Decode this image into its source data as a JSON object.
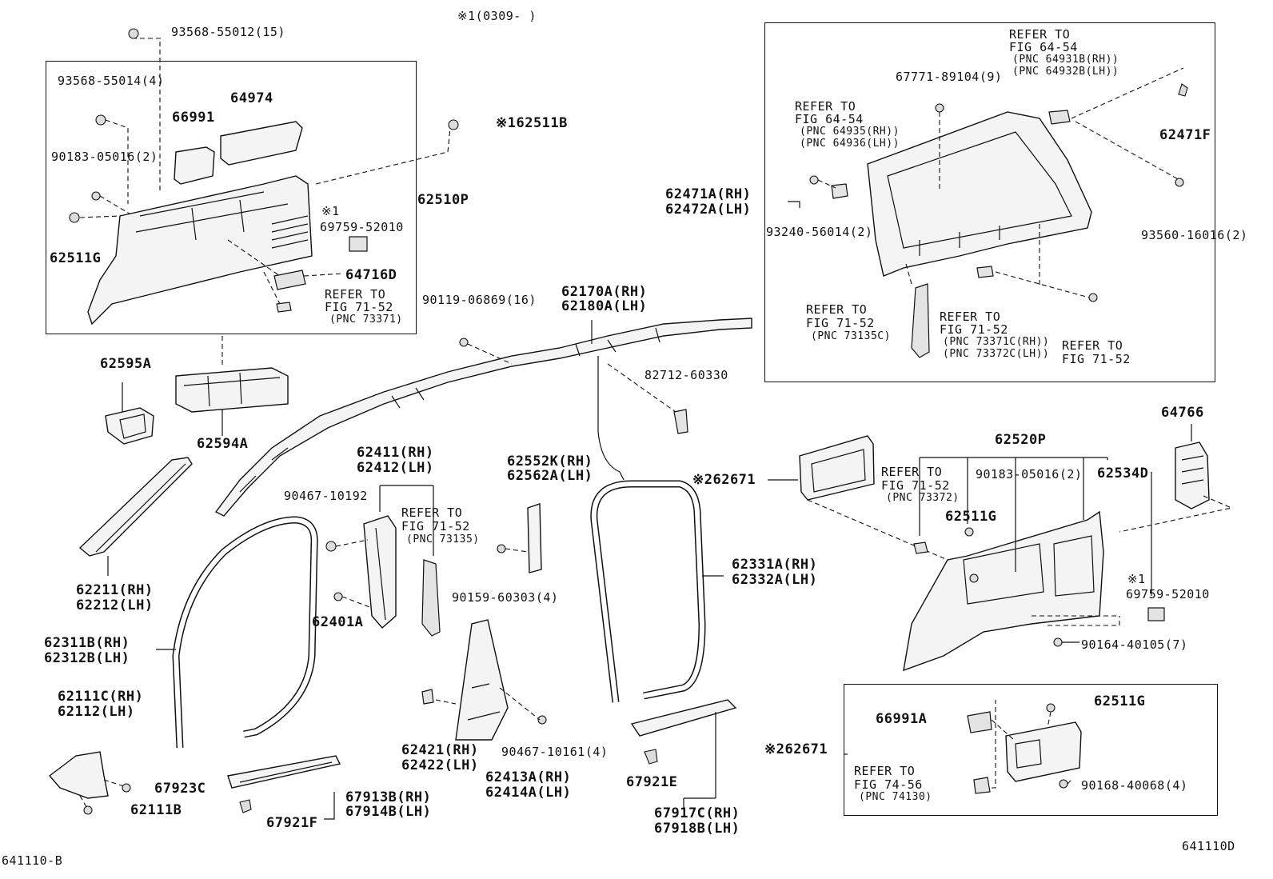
{
  "header": {
    "note": "※1(0309-     )"
  },
  "footer": {
    "left_code": "641110-B",
    "right_code": "641110D"
  },
  "labels": {
    "p93568_55012": "93568-55012(15)",
    "p93568_55014": "93568-55014(4)",
    "p66991": "66991",
    "p64974": "64974",
    "p90183_05016_a": "90183-05016(2)",
    "p62511B": "※162511B",
    "p62510P": "62510P",
    "p69759_a_mark": "※1",
    "p69759_a": "69759-52010",
    "p62511G_a": "62511G",
    "p64716D": "64716D",
    "ref_a_1": "REFER TO",
    "ref_a_2": "FIG 71-52",
    "ref_a_3": "(PNC 73371)",
    "p90119": "90119-06869(16)",
    "p62170A": "62170A(RH)",
    "p62180A": "62180A(LH)",
    "p62595A": "62595A",
    "p62594A": "62594A",
    "p82712": "82712-60330",
    "p62411": "62411(RH)",
    "p62412": "62412(LH)",
    "p90467_10192": "90467-10192",
    "ref_b_1": "REFER TO",
    "ref_b_2": "FIG 71-52",
    "ref_b_3": "(PNC 73135)",
    "p62552K": "62552K(RH)",
    "p62562A": "62562A(LH)",
    "p90159": "90159-60303(4)",
    "p62211": "62211(RH)",
    "p62212": "62212(LH)",
    "p62401A": "62401A",
    "p62311B": "62311B(RH)",
    "p62312B": "62312B(LH)",
    "p62111C": "62111C(RH)",
    "p62112": "62112(LH)",
    "p67923C": "67923C",
    "p62111B": "62111B",
    "p67913B": "67913B(RH)",
    "p67914B": "67914B(LH)",
    "p67921F": "67921F",
    "p62421": "62421(RH)",
    "p62422": "62422(LH)",
    "p90467_10161": "90467-10161(4)",
    "p62413A": "62413A(RH)",
    "p62414A": "62414A(LH)",
    "p67921E": "67921E",
    "p67917C": "67917C(RH)",
    "p67918B": "67918B(LH)",
    "p62331A": "62331A(RH)",
    "p62332A": "62332A(LH)",
    "ref_c_1": "REFER TO",
    "ref_c_2": "FIG 64-54",
    "ref_c_3": "(PNC 64931B(RH))",
    "ref_c_4": "(PNC 64932B(LH))",
    "p67771": "67771-89104(9)",
    "ref_d_1": "REFER TO",
    "ref_d_2": "FIG 64-54",
    "ref_d_3": "(PNC 64935(RH))",
    "ref_d_4": "(PNC 64936(LH))",
    "p62471F": "62471F",
    "p62471A": "62471A(RH)",
    "p62472A": "62472A(LH)",
    "p93240": "93240-56014(2)",
    "p93560": "93560-16016(2)",
    "ref_e_1": "REFER TO",
    "ref_e_2": "FIG 71-52",
    "ref_e_3": "(PNC 73135C)",
    "ref_f_1": "REFER TO",
    "ref_f_2": "FIG 71-52",
    "ref_f_3": "(PNC 73371C(RH))",
    "ref_f_4": "(PNC 73372C(LH))",
    "ref_g_1": "REFER TO",
    "ref_g_2": "FIG 71-52",
    "p64766": "64766",
    "p62520P": "62520P",
    "p62671_a": "※262671",
    "ref_h_1": "REFER TO",
    "ref_h_2": "FIG 71-52",
    "ref_h_3": "(PNC 73372)",
    "p90183_05016_b": "90183-05016(2)",
    "p62534D": "62534D",
    "p62511G_b": "62511G",
    "p69759_b_mark": "※1",
    "p69759_b": "69759-52010",
    "p90164": "90164-40105(7)",
    "p62511G_c": "62511G",
    "p66991A": "66991A",
    "p62671_b": "※262671",
    "ref_i_1": "REFER TO",
    "ref_i_2": "FIG 74-56",
    "ref_i_3": "(PNC 74130)",
    "p90168": "90168-40068(4)"
  }
}
